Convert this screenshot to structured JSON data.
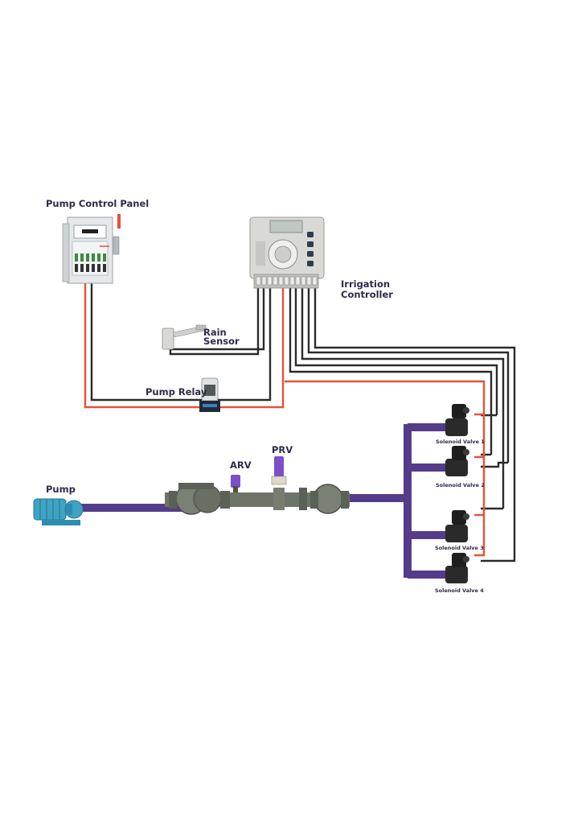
{
  "labels": {
    "pump_control_panel": "Pump Control Panel",
    "irrigation_controller": "Irrigation Controller",
    "rain_sensor": "Rain Sensor",
    "pump_relay": "Pump Relay",
    "pump": "Pump",
    "arv": "ARV",
    "prv": "PRV",
    "solenoid_valve_1": "Solenoid Valve 1",
    "solenoid_valve_2": "Solenoid Valve 2",
    "solenoid_valve_3": "Solenoid Valve 3",
    "solenoid_valve_4": "Solenoid Valve 4"
  },
  "colors": {
    "pipe": "#553c8a",
    "wire_black": "#2b2b2b",
    "wire_red": "#e8503a",
    "label_text": "#2f2a48",
    "valve_body": "#2a2a2a",
    "fitting_gray": "#6f7468",
    "pump_blue": "#3fa3c4",
    "arv_purple": "#7b4fc9"
  },
  "icons": [
    "control-panel-icon",
    "irrigation-controller-icon",
    "rain-sensor-icon",
    "pump-relay-icon",
    "pump-icon",
    "arv-icon",
    "prv-icon",
    "solenoid-valve-icon",
    "gate-valve-icon",
    "filter-icon"
  ]
}
